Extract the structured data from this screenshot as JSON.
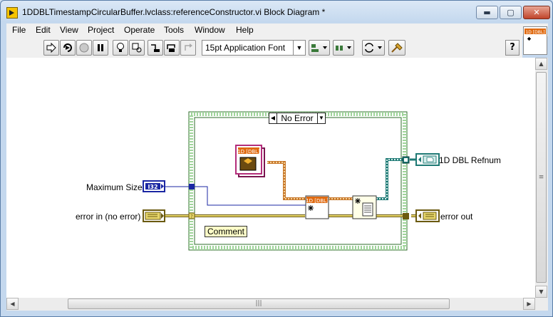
{
  "window": {
    "title": "1DDBLTimestampCircularBuffer.lvclass:referenceConstructor.vi Block Diagram *",
    "minimize_label": "▬",
    "maximize_label": "▢",
    "close_label": "✕"
  },
  "menu": {
    "file": "File",
    "edit": "Edit",
    "view": "View",
    "project": "Project",
    "operate": "Operate",
    "tools": "Tools",
    "window": "Window",
    "help": "Help"
  },
  "toolbar": {
    "font": "15pt Application Font",
    "help": "?"
  },
  "connector_icon_label": "1D [DBL]",
  "diagram": {
    "case_selector": "No Error",
    "comment": "Comment",
    "labels": {
      "maximum_size": "Maximum Size",
      "error_in": "error in (no error)",
      "refnum_out": "1D DBL Refnum",
      "error_out": "error out"
    },
    "terminal_i32": "I32",
    "class_constant_label": "1D [DBL]",
    "new_node_label": "1D [DBL]"
  },
  "scrollbar": {
    "up": "▲",
    "down": "▼",
    "left": "◀",
    "right": "▶",
    "grip_v": "≡",
    "grip_h": "|||"
  },
  "colors": {
    "wire_error": "#b8a33a",
    "wire_class": "#c7772a",
    "wire_i32": "#1b27a3",
    "wire_refnum": "#1f7a75",
    "structure_border": "#3f9b3b"
  }
}
